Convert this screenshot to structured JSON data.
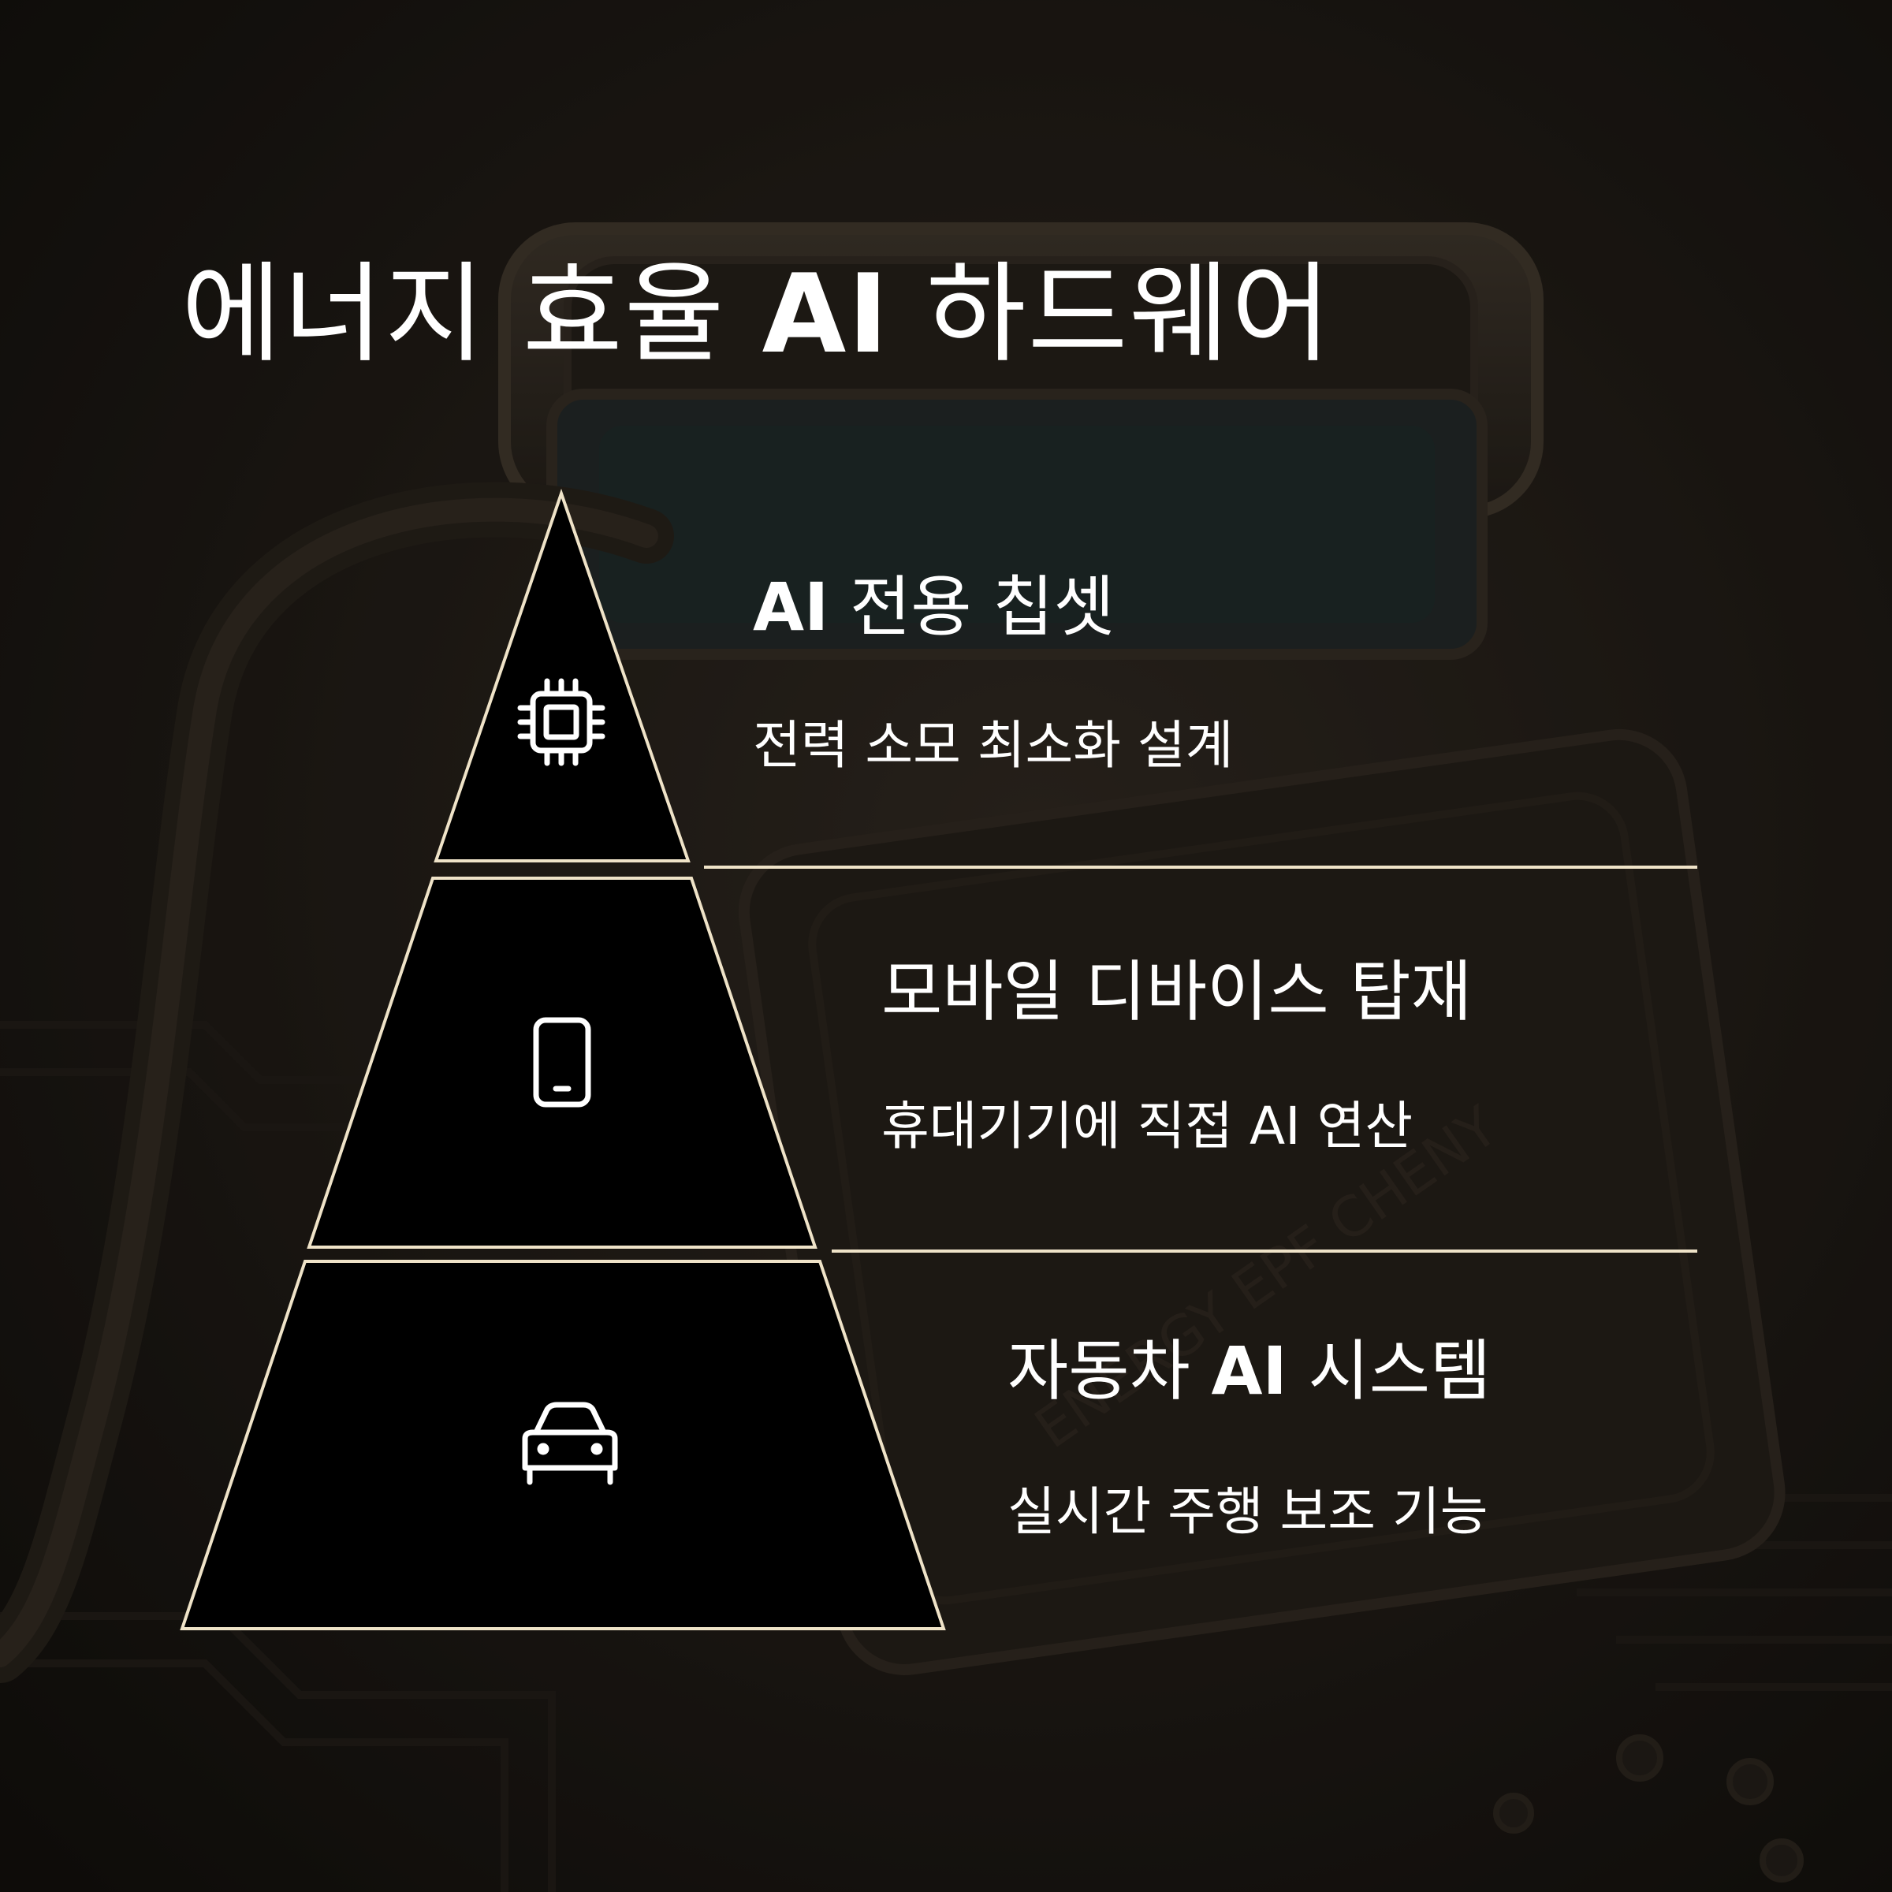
{
  "title": {
    "part1": "에너지 효율",
    "bold": "AI",
    "part2": "하드웨어"
  },
  "tiers": [
    {
      "title_bold": "AI",
      "title_rest": "전용 칩셋",
      "subtitle": "전력 소모 최소화 설계",
      "icon": "chip-icon"
    },
    {
      "title_bold": "",
      "title_rest": "모바일 디바이스 탑재",
      "subtitle": "휴대기기에 직접 AI 연산",
      "icon": "smartphone-icon"
    },
    {
      "title_pre": "자동차",
      "title_bold": "AI",
      "title_rest": "시스템",
      "subtitle": "실시간 주행 보조 기능",
      "icon": "car-icon"
    }
  ],
  "background_text": "ENERGY EPF CHENY",
  "colors": {
    "outline": "#efe3c8",
    "tier_fill": "#000000",
    "text": "#ffffff"
  }
}
